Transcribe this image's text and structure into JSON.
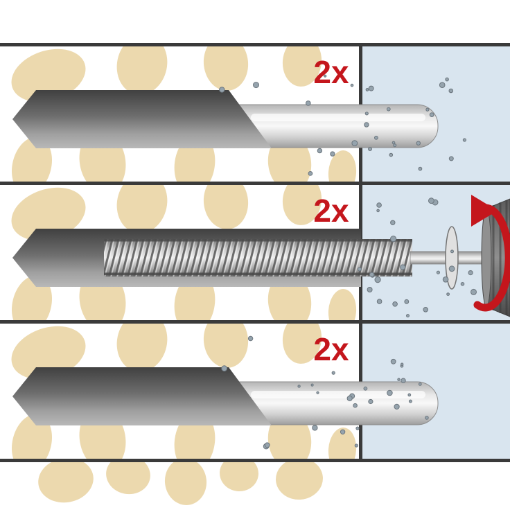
{
  "diagram": {
    "kind": "anchor-installation-instruction",
    "panel_count": 3
  },
  "panels": [
    {
      "id": "step-1",
      "label": "2x"
    },
    {
      "id": "step-2",
      "label": "2x"
    },
    {
      "id": "step-3",
      "label": "2x"
    }
  ],
  "icons": {
    "rotation_arrow": "clockwise-screwing-direction"
  },
  "colors": {
    "accent": "#c4161c",
    "wall": "#ecd9ae",
    "cavity": "#d9e5ef",
    "mortar": "#3a3a3a",
    "dust": "#95a3ad",
    "bg": "#ffffff"
  }
}
